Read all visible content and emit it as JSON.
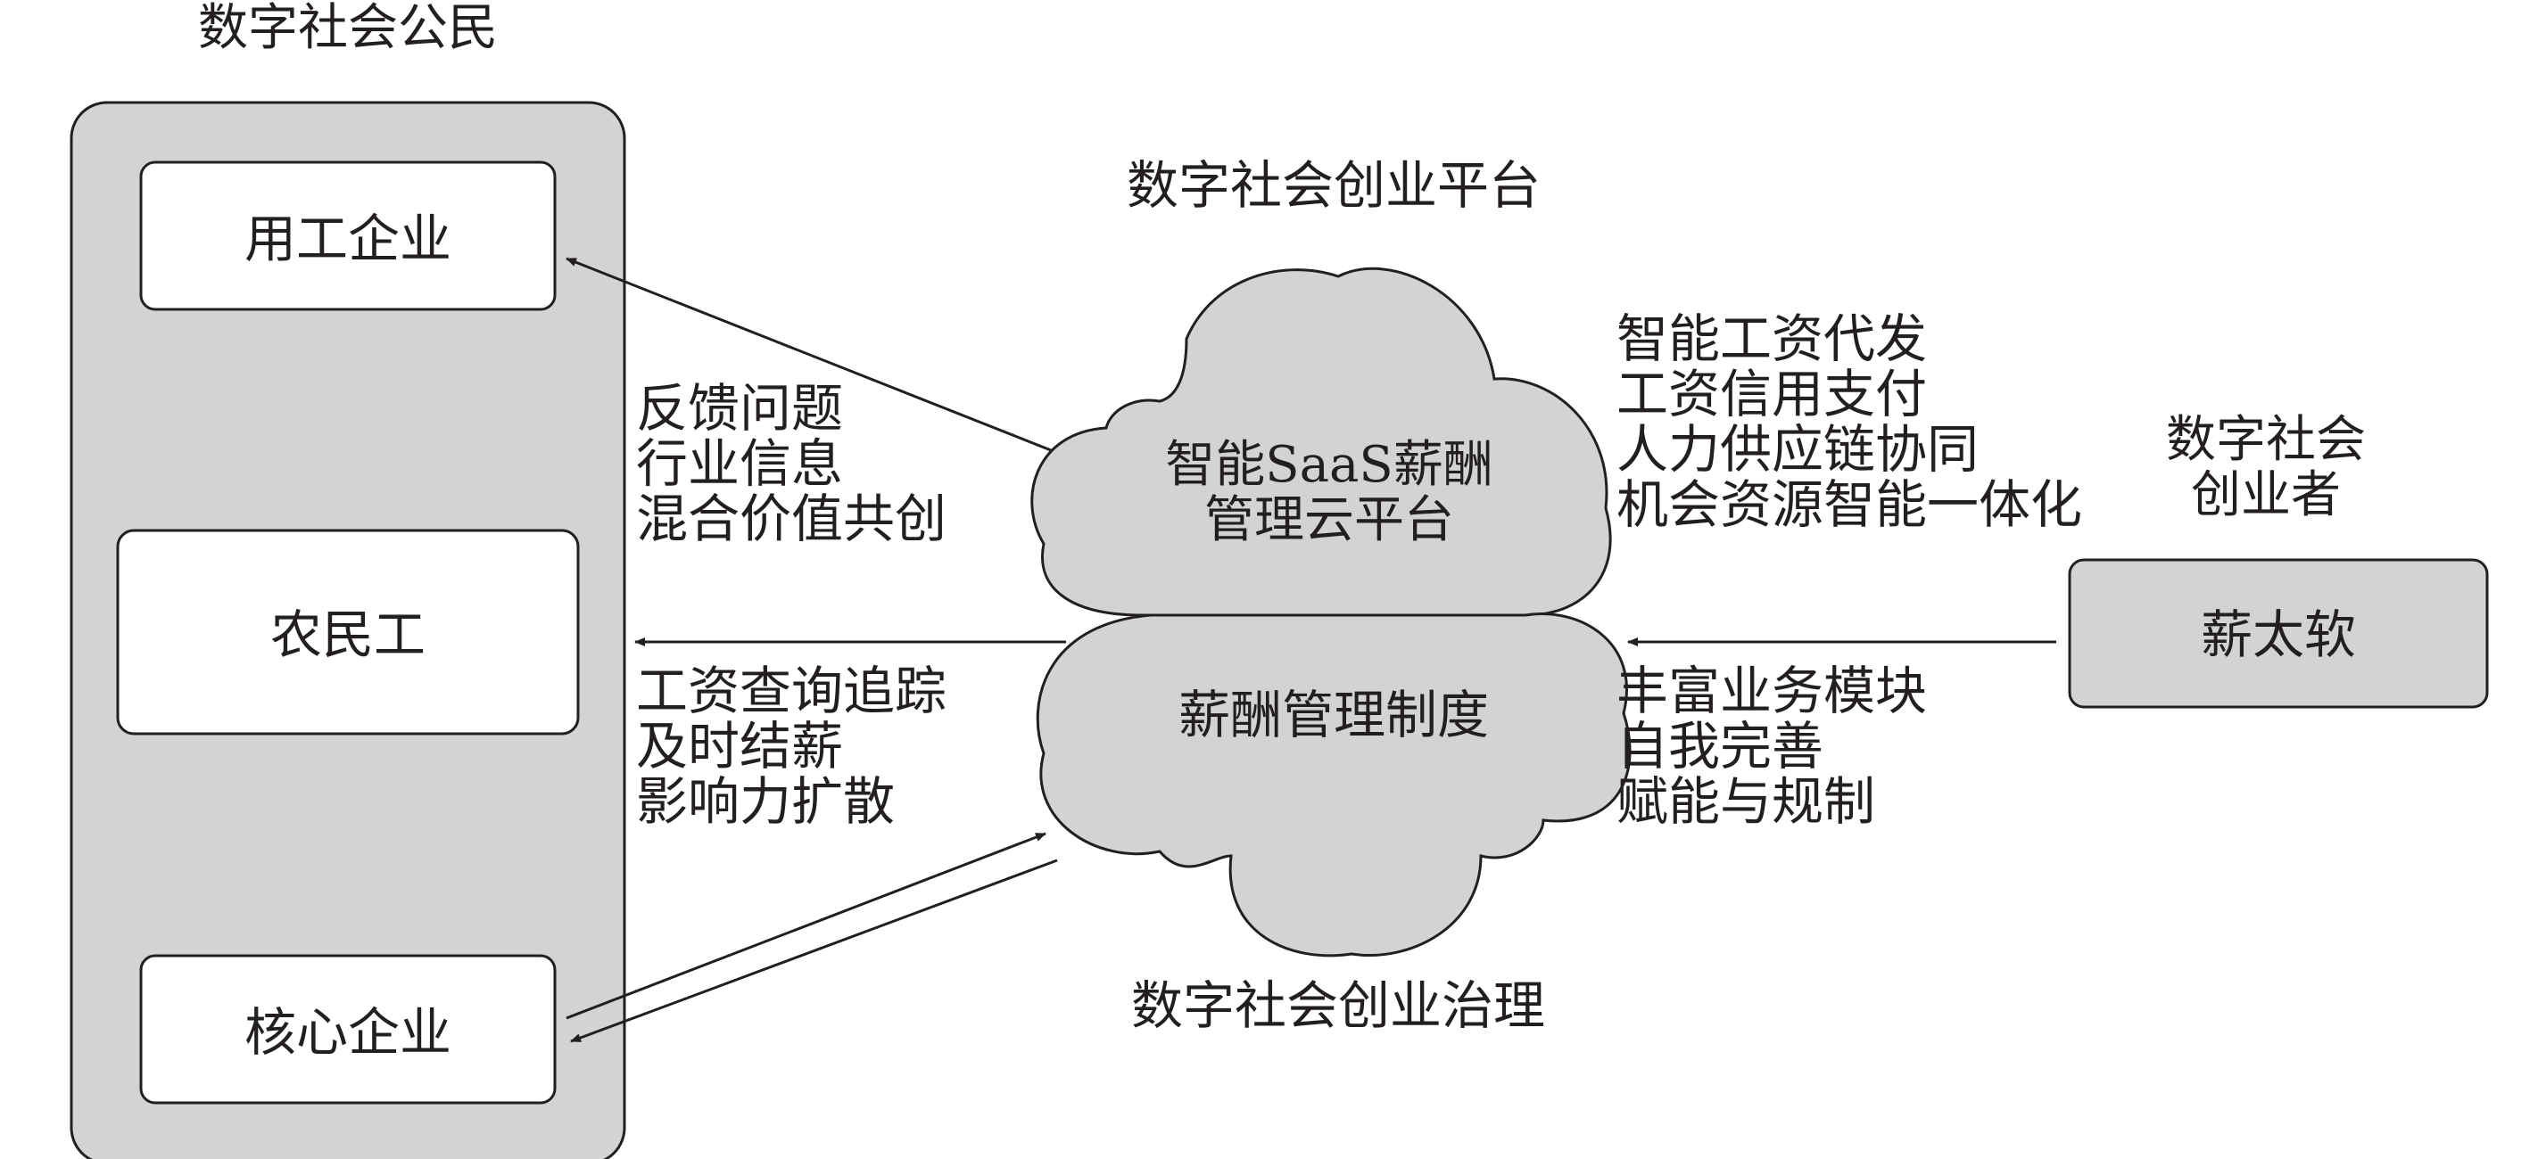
{
  "group": {
    "title": "数字社会公民",
    "items": [
      "用工企业",
      "农民工",
      "核心企业"
    ]
  },
  "platform_title": "数字社会创业平台",
  "governance_title": "数字社会创业治理",
  "cloud_top": {
    "line1": "智能SaaS薪酬",
    "line2": "管理云平台"
  },
  "cloud_bottom": {
    "label": "薪酬管理制度"
  },
  "left_upper_text": [
    "反馈问题",
    "行业信息",
    "混合价值共创"
  ],
  "left_lower_text": [
    "工资查询追踪",
    "及时结薪",
    "影响力扩散"
  ],
  "right_upper_text": [
    "智能工资代发",
    "工资信用支付",
    "人力供应链协同",
    "机会资源智能一体化"
  ],
  "right_lower_text": [
    "丰富业务模块",
    "自我完善",
    "赋能与规制"
  ],
  "entrepreneur": {
    "line1": "数字社会",
    "line2": "创业者",
    "box_label": "薪太软"
  },
  "colors": {
    "fill": "#d3d3d3",
    "stroke": "#231f20",
    "text": "#231f20"
  }
}
